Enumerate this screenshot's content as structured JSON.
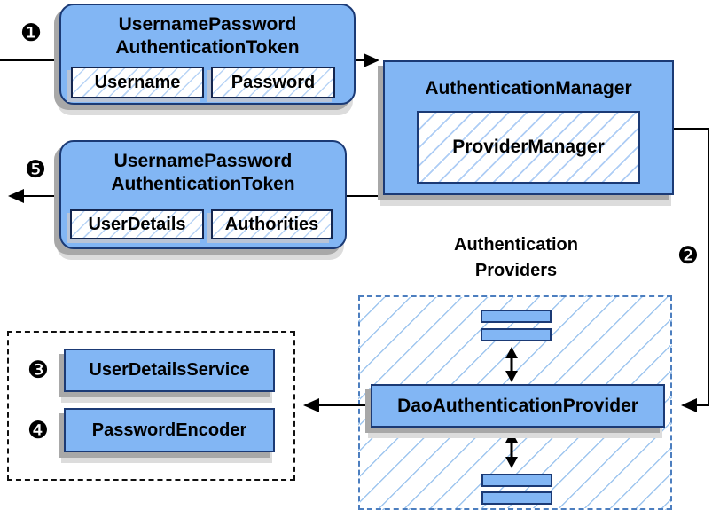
{
  "steps": {
    "step1": "❶",
    "step2": "❷",
    "step3": "❸",
    "step4": "❹",
    "step5": "❺"
  },
  "request_token": {
    "title_line1": "UsernamePassword",
    "title_line2": "AuthenticationToken",
    "field_username": "Username",
    "field_password": "Password"
  },
  "authentication_manager": {
    "title": "AuthenticationManager",
    "inner_box": "ProviderManager"
  },
  "result_token": {
    "title_line1": "UsernamePassword",
    "title_line2": "AuthenticationToken",
    "field_userdetails": "UserDetails",
    "field_authorities": "Authorities"
  },
  "providers_group": {
    "heading_line1": "Authentication",
    "heading_line2": "Providers",
    "main_provider": "DaoAuthenticationProvider"
  },
  "collaborators": {
    "user_details_service": "UserDetailsService",
    "password_encoder": "PasswordEncoder"
  },
  "colors": {
    "box_fill": "#82b6f4",
    "box_border": "#1b3a75",
    "hatch_line": "#b8d4f6",
    "providers_hatch": "#9fc6ef",
    "dashed_border": "#4c7ebf",
    "dotted_border": "#111111",
    "shadow_dark": "#a8a8a8",
    "shadow_light": "#dcdcdc",
    "arrow": "#000000"
  }
}
